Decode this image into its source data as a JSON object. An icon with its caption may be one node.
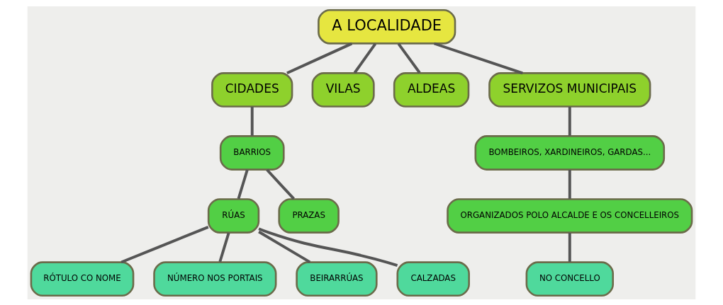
{
  "diagram": {
    "nodes": [
      {
        "text": [
          "A LOCALIDADE"
        ]
      },
      {
        "text": [
          "CIDADES"
        ]
      },
      {
        "text": [
          "VILAS"
        ]
      },
      {
        "text": [
          "ALDEAS"
        ]
      },
      {
        "text": [
          "SERVIZOS MUNICIPAIS"
        ]
      },
      {
        "text": [
          "BARRIOS"
        ]
      },
      {
        "text": [
          "RÚAS"
        ]
      },
      {
        "text": [
          "PRAZAS"
        ]
      },
      {
        "text": [
          "RÓTULO CO NOME"
        ]
      },
      {
        "text": [
          "NÚMERO NOS PORTAIS"
        ]
      },
      {
        "text": [
          "BEIRARRÚAS"
        ]
      },
      {
        "text": [
          "CALZADAS"
        ]
      },
      {
        "text": [
          "BOMBEIROS, XARDINEIROS, GARDAS..."
        ]
      },
      {
        "text": [
          "ORGANIZADOS POLO ALCALDE E OS CONCELLEIROS"
        ]
      },
      {
        "text": [
          "NO CONCELLO"
        ]
      }
    ],
    "edges": [
      {
        "from": 0,
        "to": 1,
        "arrow": "none"
      },
      {
        "from": 0,
        "to": 2,
        "arrow": "none"
      },
      {
        "from": 0,
        "to": 3,
        "arrow": "none"
      },
      {
        "from": 0,
        "to": 4,
        "arrow": "none"
      },
      {
        "from": 1,
        "to": 5,
        "arrow": "none"
      },
      {
        "from": 5,
        "to": 6,
        "arrow": "none"
      },
      {
        "from": 5,
        "to": 7,
        "arrow": "none"
      },
      {
        "from": 6,
        "to": 8,
        "arrow": "none"
      },
      {
        "from": 6,
        "to": 9,
        "arrow": "none"
      },
      {
        "from": 6,
        "to": 10,
        "arrow": "none"
      },
      {
        "from": 6,
        "to": 11,
        "arrow": "none"
      },
      {
        "from": 4,
        "to": 12,
        "arrow": "none"
      },
      {
        "from": 12,
        "to": 13,
        "arrow": "none"
      },
      {
        "from": 13,
        "to": 14,
        "arrow": "none"
      }
    ]
  }
}
